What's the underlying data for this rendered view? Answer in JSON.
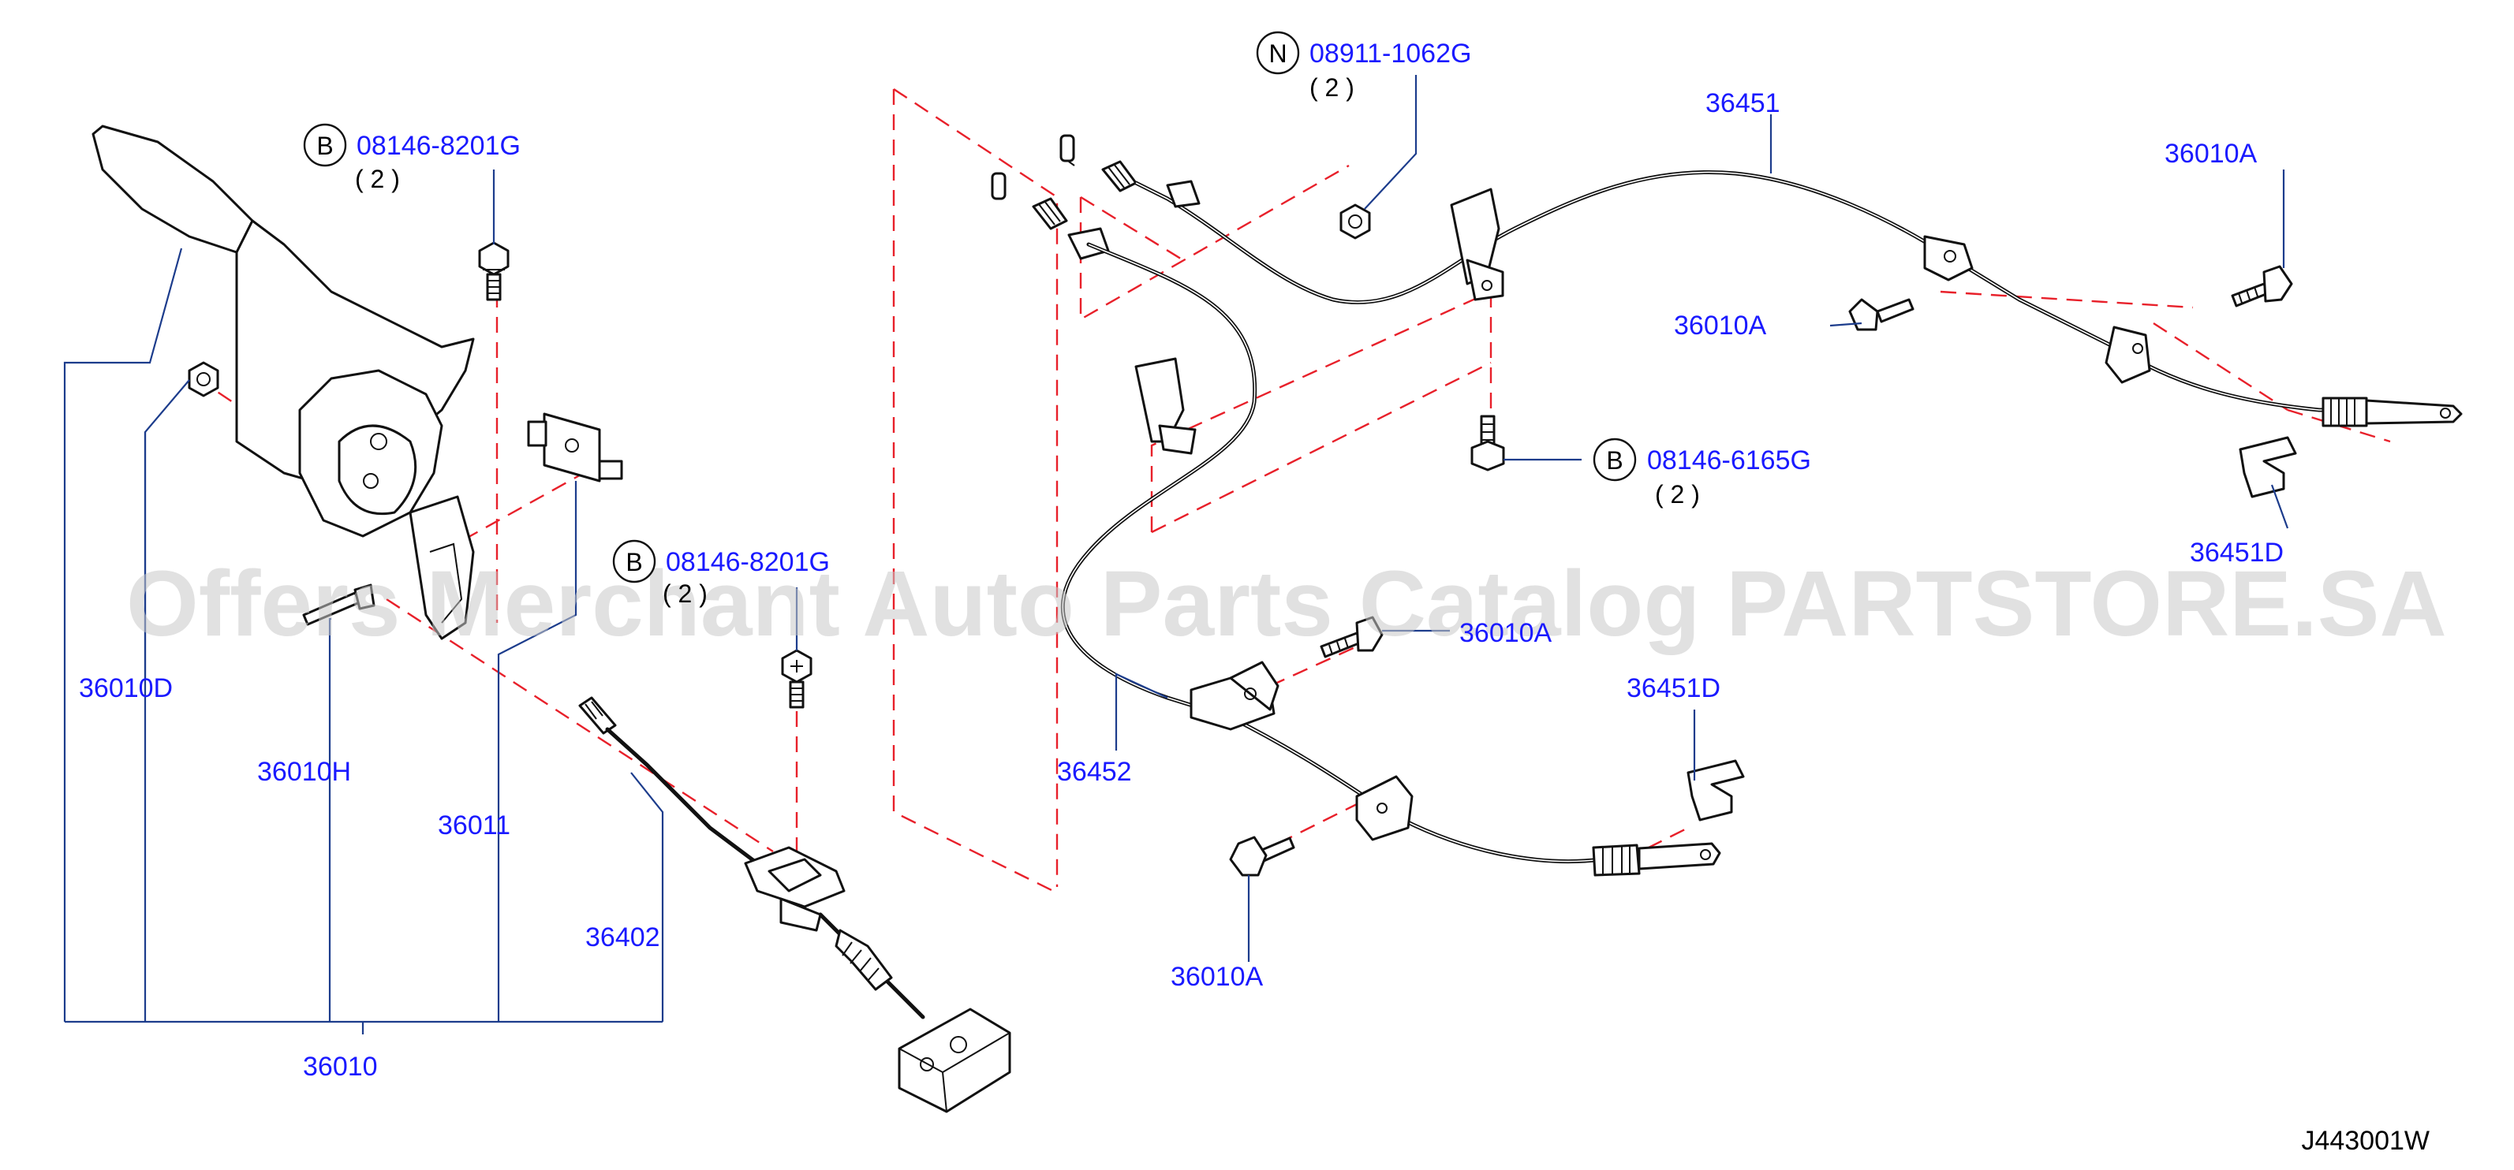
{
  "diagram_id": "J443001W",
  "watermark": "Offers Merchant Auto Parts Catalog PARTSTORE.SA",
  "callouts": {
    "bolt_b_top": {
      "prefix": "B",
      "part": "08146-8201G",
      "qty": "( 2 )"
    },
    "bolt_b_mid": {
      "prefix": "B",
      "part": "08146-8201G",
      "qty": "( 2 )"
    },
    "nut_n": {
      "prefix": "N",
      "part": "08911-1062G",
      "qty": "( 2 )"
    },
    "bolt_b_right": {
      "prefix": "B",
      "part": "08146-6165G",
      "qty": "( 2 )"
    }
  },
  "labels": {
    "p36010d": "36010D",
    "p36010h": "36010H",
    "p36011": "36011",
    "p36402": "36402",
    "p36010": "36010",
    "p36451": "36451",
    "p36010a_top": "36010A",
    "p36010a_mid": "36010A",
    "p36010a_center": "36010A",
    "p36010a_bottom": "36010A",
    "p36451d_right": "36451D",
    "p36451d_center": "36451D",
    "p36452": "36452"
  }
}
